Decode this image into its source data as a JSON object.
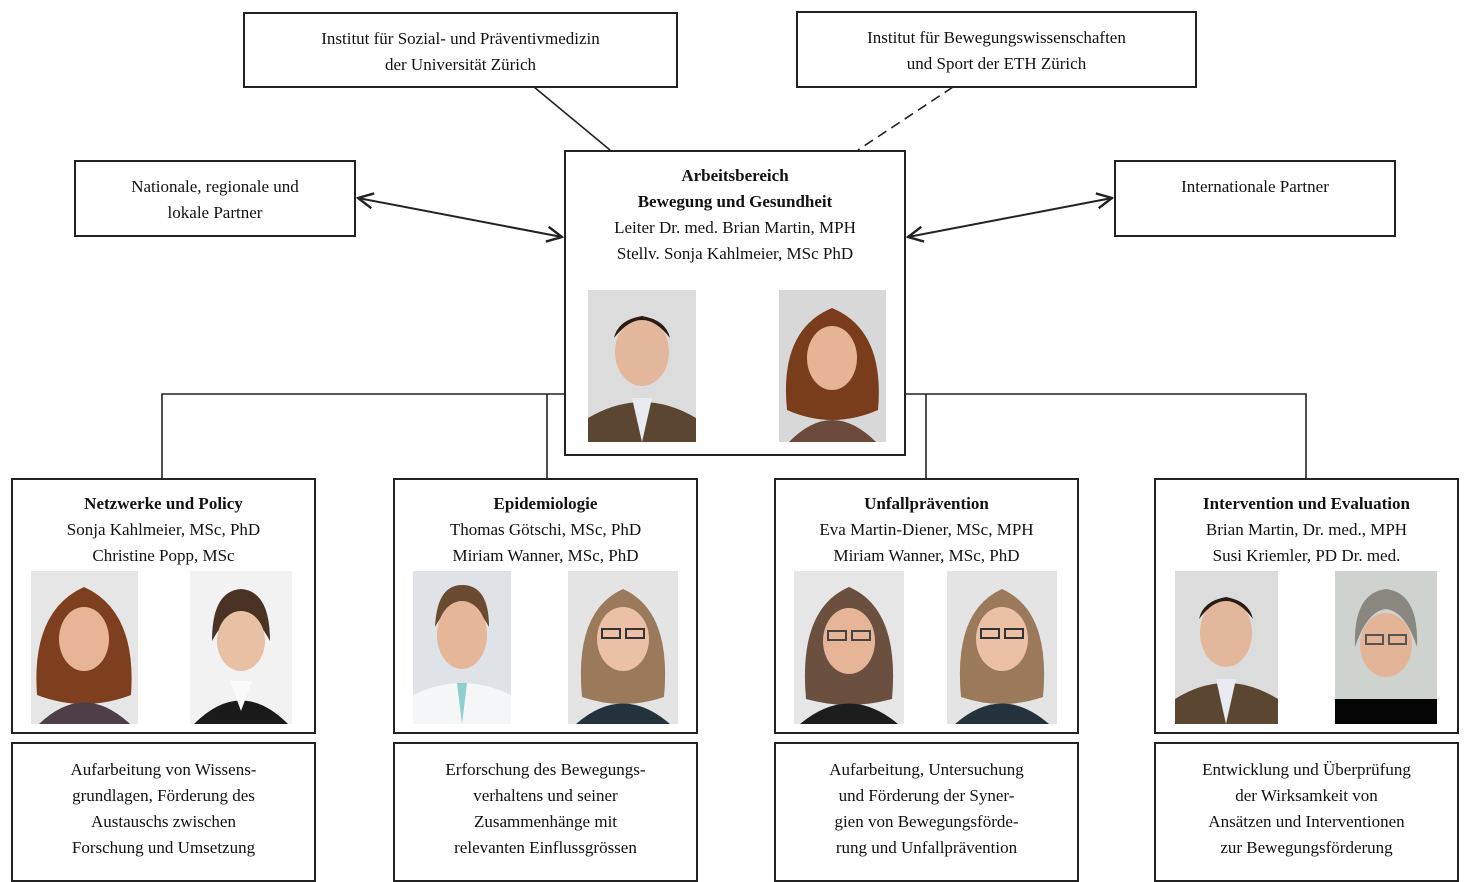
{
  "top": {
    "ispm": {
      "line1": "Institut für Sozial- und Präventivmedizin",
      "line2": "der Universität Zürich"
    },
    "eth": {
      "line1": "Institut für Bewegungswissenschaften",
      "line2": "und Sport der ETH Zürich"
    }
  },
  "partners": {
    "national": {
      "line1": "Nationale, regionale und",
      "line2": "lokale Partner"
    },
    "international": {
      "line1": "Internationale Partner"
    }
  },
  "center": {
    "title1": "Arbeitsbereich",
    "title2": "Bewegung und Gesundheit",
    "leader": "Leiter Dr. med. Brian Martin, MPH",
    "deputy": "Stellv. Sonja Kahlmeier, MSc PhD"
  },
  "units": [
    {
      "title": "Netzwerke und Policy",
      "person1": "Sonja Kahlmeier, MSc, PhD",
      "person2": "Christine Popp, MSc",
      "desc": [
        "Aufarbeitung von Wissens-",
        "grundlagen, Förderung des",
        "Austauschs zwischen",
        "Forschung und Umsetzung"
      ]
    },
    {
      "title": "Epidemiologie",
      "person1": "Thomas Götschi, MSc, PhD",
      "person2": "Miriam Wanner, MSc, PhD",
      "desc": [
        "Erforschung des Bewegungs-",
        "verhaltens und seiner",
        "Zusammenhänge mit",
        "relevanten Einflussgrössen"
      ]
    },
    {
      "title": "Unfallprävention",
      "person1": "Eva Martin-Diener, MSc, MPH",
      "person2": "Miriam Wanner, MSc, PhD",
      "desc": [
        "Aufarbeitung, Untersuchung",
        "und Förderung der Syner-",
        "gien von Bewegungsförde-",
        "rung und Unfallprävention"
      ]
    },
    {
      "title": "Intervention und Evaluation",
      "person1": "Brian Martin, Dr. med., MPH",
      "person2": "Susi Kriemler, PD Dr. med.",
      "desc": [
        "Entwicklung und Überprüfung",
        "der Wirksamkeit von",
        "Ansätzen und Interventionen",
        "zur Bewegungsförderung"
      ]
    }
  ],
  "colors": {
    "line": "#222222",
    "photo_bg": "#e9e9e9"
  }
}
